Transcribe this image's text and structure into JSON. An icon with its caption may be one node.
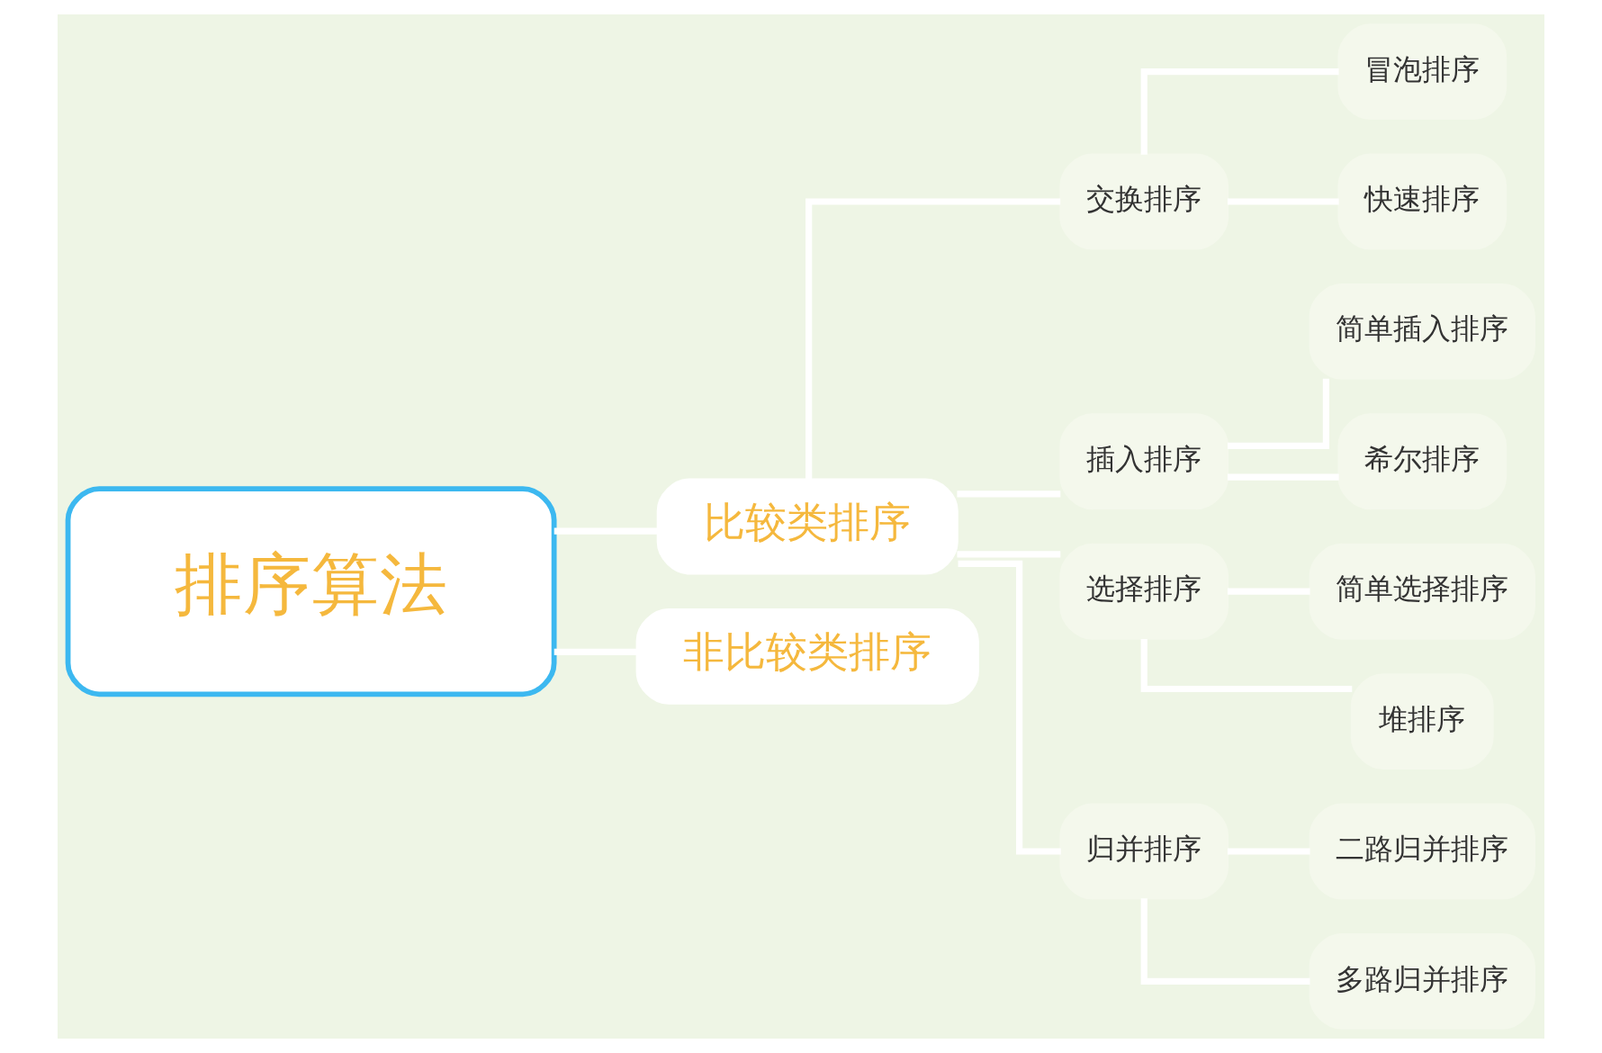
{
  "diagram": {
    "nodes": [
      {
        "text": [
          "排序算法"
        ]
      },
      {
        "text": [
          "比较类排序"
        ]
      },
      {
        "text": [
          "交换排序"
        ]
      },
      {
        "text": [
          "冒泡排序"
        ]
      },
      {
        "text": [
          "快速排序"
        ]
      },
      {
        "text": [
          "插入排序"
        ]
      },
      {
        "text": [
          "简单插入排序"
        ]
      },
      {
        "text": [
          "希尔排序"
        ]
      },
      {
        "text": [
          "选择排序"
        ]
      },
      {
        "text": [
          "简单选择排序"
        ]
      },
      {
        "text": [
          "堆排序"
        ]
      },
      {
        "text": [
          "归并排序"
        ]
      },
      {
        "text": [
          "二路归并排序"
        ]
      },
      {
        "text": [
          "多路归并排序"
        ]
      },
      {
        "text": [
          "非比较类排序"
        ]
      }
    ],
    "edges": [
      {
        "from": 0,
        "to": 1,
        "arrow": "none"
      },
      {
        "from": 0,
        "to": 14,
        "arrow": "none"
      },
      {
        "from": 1,
        "to": 2,
        "arrow": "none"
      },
      {
        "from": 1,
        "to": 5,
        "arrow": "none"
      },
      {
        "from": 1,
        "to": 8,
        "arrow": "none"
      },
      {
        "from": 1,
        "to": 11,
        "arrow": "none"
      },
      {
        "from": 2,
        "to": 3,
        "arrow": "none"
      },
      {
        "from": 2,
        "to": 4,
        "arrow": "none"
      },
      {
        "from": 5,
        "to": 6,
        "arrow": "none"
      },
      {
        "from": 5,
        "to": 7,
        "arrow": "none"
      },
      {
        "from": 8,
        "to": 9,
        "arrow": "none"
      },
      {
        "from": 8,
        "to": 10,
        "arrow": "none"
      },
      {
        "from": 11,
        "to": 12,
        "arrow": "none"
      },
      {
        "from": 11,
        "to": 13,
        "arrow": "none"
      }
    ]
  }
}
